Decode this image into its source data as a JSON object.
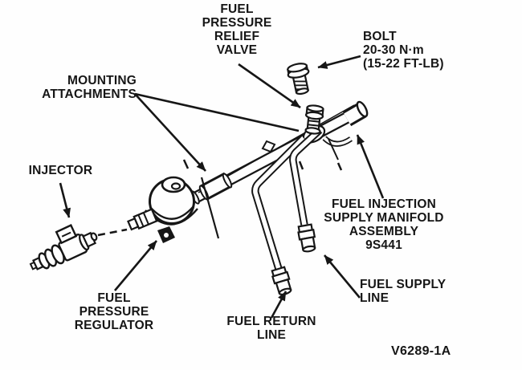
{
  "figure": {
    "title": "Fuel injection supply manifold assembly diagram",
    "code": "V6289-1A",
    "background": "#fefefe",
    "ink": "#161616"
  },
  "labels": {
    "relief_valve": {
      "lines": [
        "FUEL",
        "PRESSURE",
        "RELIEF",
        "VALVE"
      ]
    },
    "bolt": {
      "lines": [
        "BOLT",
        "20-30 N·m",
        "(15-22 FT-LB)"
      ]
    },
    "mounting": {
      "lines": [
        "MOUNTING",
        "ATTACHMENTS"
      ]
    },
    "injector": {
      "lines": [
        "INJECTOR"
      ]
    },
    "regulator": {
      "lines": [
        "FUEL",
        "PRESSURE",
        "REGULATOR"
      ]
    },
    "return_line": {
      "lines": [
        "FUEL RETURN",
        "LINE"
      ]
    },
    "manifold": {
      "lines": [
        "FUEL INJECTION",
        "SUPPLY MANIFOLD",
        "ASSEMBLY",
        "9S441"
      ]
    },
    "supply_line": {
      "lines": [
        "FUEL SUPPLY",
        "LINE"
      ]
    }
  }
}
